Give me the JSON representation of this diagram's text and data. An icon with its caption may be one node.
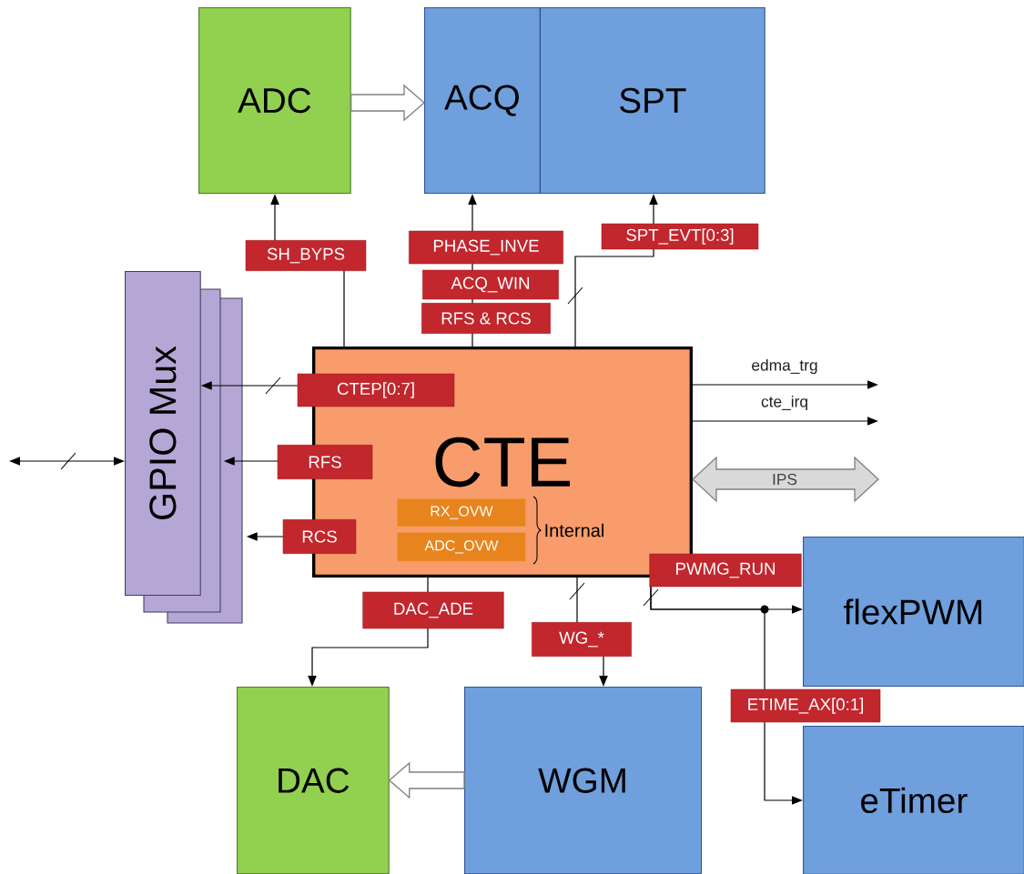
{
  "diagram": {
    "nodes": [
      {
        "text": [
          "ADC"
        ]
      },
      {
        "text": [
          "ACQ"
        ]
      },
      {
        "text": [
          "SPT"
        ]
      },
      {
        "text": [
          "GPIO Mux"
        ]
      },
      {
        "text": [
          "CTE"
        ]
      },
      {
        "text": [
          "RX_OVW"
        ],
        "in": 4
      },
      {
        "text": [
          "ADC_OVW"
        ],
        "in": 4
      },
      {
        "text": [
          "DAC"
        ]
      },
      {
        "text": [
          "WGM"
        ]
      },
      {
        "text": [
          "flexPWM"
        ]
      },
      {
        "text": [
          "eTimer"
        ]
      }
    ],
    "edges": [
      {
        "from": 4,
        "to": 0,
        "arrow": "to",
        "label": "SH_BYPS"
      },
      {
        "from": 4,
        "to": 1,
        "arrow": "to",
        "label": "PHASE_INVE"
      },
      {
        "from": 4,
        "to": 2,
        "arrow": "to",
        "label": "SPT_EVT[0:3]"
      },
      {
        "from": 4,
        "to": 3,
        "arrow": "to",
        "label": "CTEP[0:7]"
      },
      {
        "from": 4,
        "to": 3,
        "arrow": "to",
        "label": "RFS"
      },
      {
        "from": 4,
        "to": 3,
        "arrow": "to",
        "label": "RCS"
      },
      {
        "from": null,
        "to": 3,
        "arrow": "both"
      },
      {
        "from": 4,
        "to": null,
        "arrow": "to",
        "label": "edma_trg"
      },
      {
        "from": 4,
        "to": null,
        "arrow": "to",
        "label": "cte_irq"
      },
      {
        "from": 4,
        "to": null,
        "arrow": "both",
        "label": "IPS",
        "style": "thick",
        "color": "#808080"
      },
      {
        "from": 4,
        "to": 7,
        "arrow": "to",
        "label": "DAC_ADE"
      },
      {
        "from": 4,
        "to": 8,
        "arrow": "to",
        "label": "WG_*"
      },
      {
        "from": 4,
        "to": 9,
        "arrow": "to",
        "label": "PWMG_RUN"
      },
      {
        "from": 4,
        "to": 10,
        "arrow": "to",
        "label": "ETIME_AX[0:1]"
      },
      {
        "from": 0,
        "to": 1,
        "arrow": "to",
        "style": "thick",
        "color": "#808080"
      },
      {
        "from": 8,
        "to": 7,
        "arrow": "to",
        "style": "thick",
        "color": "#808080"
      }
    ],
    "labels": [
      "ACQ_WIN",
      "RFS & RCS",
      "Internal"
    ]
  }
}
